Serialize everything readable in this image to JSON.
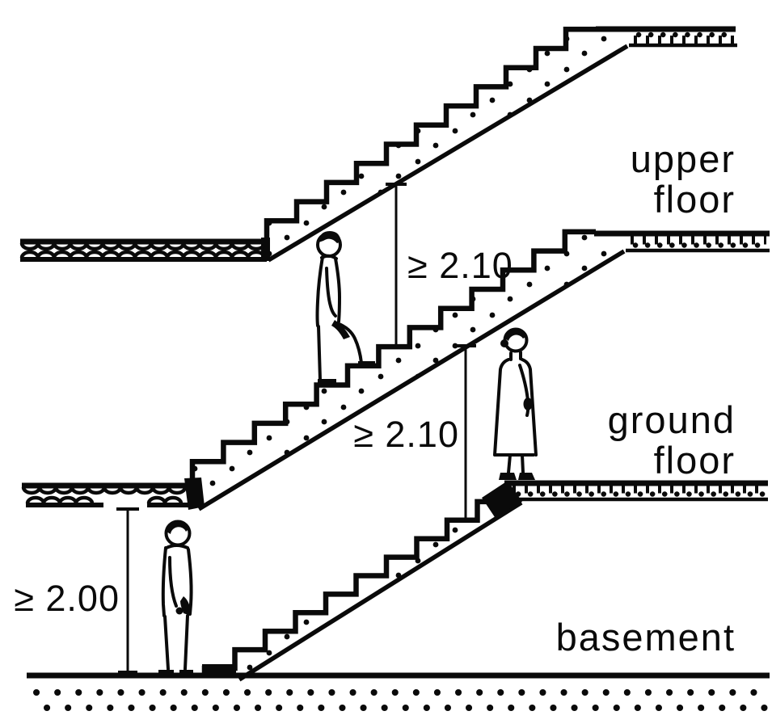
{
  "diagram": {
    "type": "building cross-section of a staircase showing minimum headroom clearances",
    "levels": [
      "upper floor",
      "ground floor",
      "basement"
    ],
    "clearances": [
      {
        "location": "headroom above upper stair flight",
        "label": "≥ 2.10",
        "value_m": 2.1,
        "constraint": "minimum"
      },
      {
        "location": "headroom above lower stair flight",
        "label": "≥ 2.10",
        "value_m": 2.1,
        "constraint": "minimum"
      },
      {
        "location": "basement clear height under floor slab",
        "label": "≥ 2.00",
        "value_m": 2.0,
        "constraint": "minimum"
      }
    ],
    "figures": [
      "person climbing the middle stair flight",
      "person standing on the ground floor landing",
      "person standing in the basement"
    ]
  },
  "labels": {
    "upper_floor": {
      "line1": "upper",
      "line2": "floor"
    },
    "ground_floor": {
      "line1": "ground",
      "line2": "floor"
    },
    "basement": "basement"
  },
  "dimensions": {
    "upper_flight_headroom": "≥ 2.10",
    "lower_flight_headroom": "≥ 2.10",
    "basement_headroom": "≥ 2.00"
  },
  "colors": {
    "ink": "#0a0a0a",
    "paper": "#ffffff"
  }
}
